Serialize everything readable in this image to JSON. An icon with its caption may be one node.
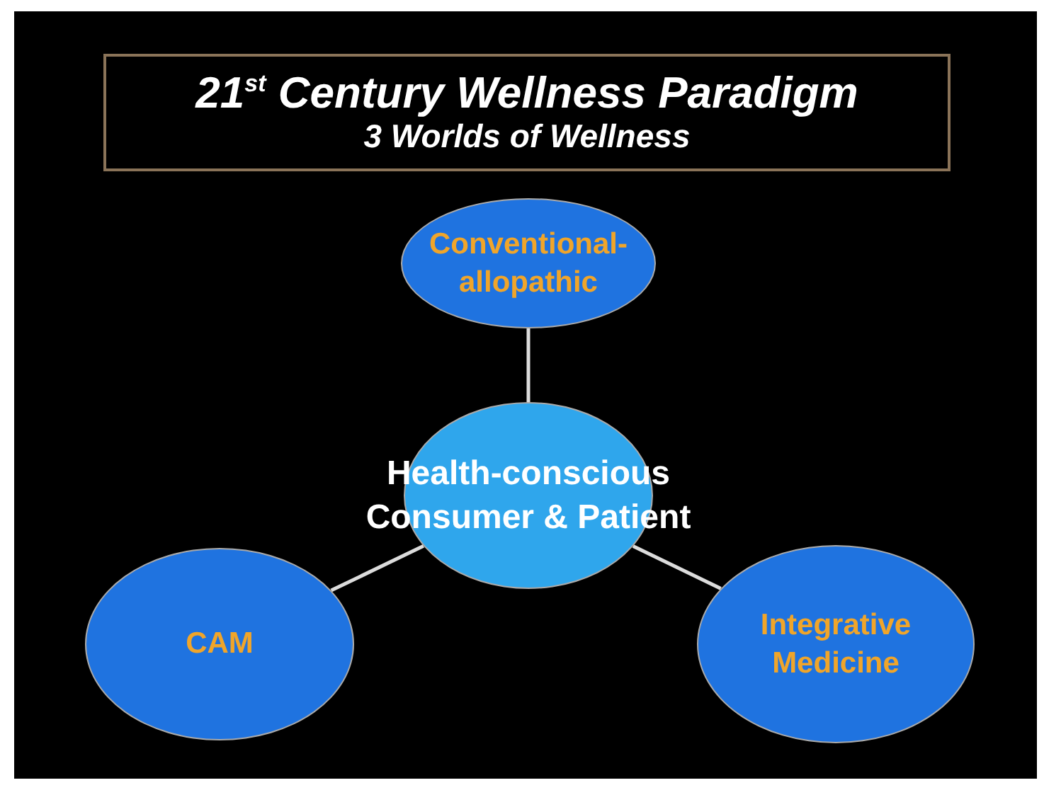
{
  "diagram": {
    "title": "21$^{st}$ Century Wellness Paradigm",
    "nodes": [
      {
        "text": [
          "Conventional-allopathic"
        ]
      },
      {
        "text": [
          "Health-conscious Consumer & Patient"
        ]
      },
      {
        "text": [
          "CAM"
        ]
      },
      {
        "text": [
          "Integrative Medicine"
        ]
      }
    ],
    "edges": [
      {
        "from": 0,
        "to": 1,
        "arrow": "none"
      },
      {
        "from": 1,
        "to": 2,
        "arrow": "none"
      },
      {
        "from": 1,
        "to": 3,
        "arrow": "none"
      }
    ],
    "labels": [
      "3 Worlds of Wellness"
    ]
  }
}
